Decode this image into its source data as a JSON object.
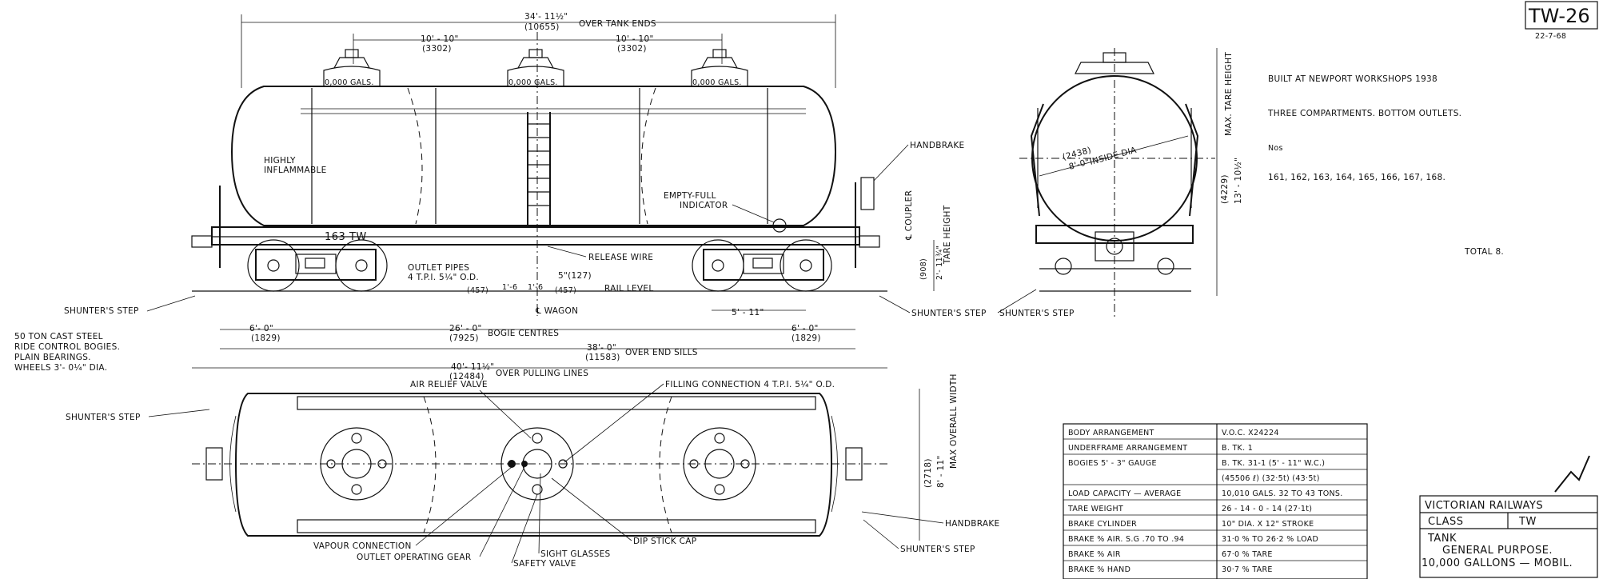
{
  "drawing_no": "TW-26",
  "drawing_date": "22-7-68",
  "notes": {
    "built": "BUILT AT NEWPORT WORKSHOPS 1938",
    "compartments": "THREE COMPARTMENTS.   BOTTOM OUTLETS.",
    "nos_label": "Nos",
    "nos_list": "161,   162,   163,   164,   165,   166,   167,   168.",
    "total": "TOTAL 8.",
    "bogies": [
      "50 TON CAST STEEL",
      "RIDE CONTROL BOGIES.",
      "PLAIN BEARINGS.",
      "WHEELS 3'- 0¼\" DIA."
    ]
  },
  "side": {
    "over_tank_a": "34'- 11½\"",
    "over_tank_b": "(10655)",
    "over_tank_c": "OVER TANK ENDS",
    "comp1_a": "10' - 10\"",
    "comp1_b": "(3302)",
    "comp2_a": "10' - 10\"",
    "comp2_b": "(3302)",
    "dome1": "0,000 GALS.",
    "dome2": "0,000 GALS.",
    "dome3": "0,000 GALS.",
    "highly1": "HIGHLY",
    "highly2": "INFLAMMABLE",
    "car_no": "163 TW",
    "indicator1": "EMPTY-FULL",
    "indicator2": "INDICATOR",
    "handbrake": "HANDBRAKE",
    "coupler": "℄ COUPLER",
    "tare_height": "TARE HEIGHT",
    "tare_h_a": "2'- 11¾\"",
    "tare_h_b": "(908)",
    "release_wire": "RELEASE WIRE",
    "outlet1": "OUTLET PIPES",
    "outlet2": "4 T.P.I. 5¼\" O.D.",
    "five_in": "5\"(127)",
    "d457a": "(457)",
    "d16a": "1'-6",
    "d16b": "1'-6",
    "d457b": "(457)",
    "rail_level": "RAIL LEVEL",
    "wagon": "℄ WAGON",
    "shunter_l": "SHUNTER'S  STEP",
    "shunter_r": "SHUNTER'S  STEP",
    "d511": "5' - 11\"",
    "d60a_a": "6'- 0\"",
    "d60a_b": "(1829)",
    "bogie_a": "26' - 0\"",
    "bogie_b": "(7925)",
    "bogie_c": "BOGIE CENTRES",
    "d60b_a": "6' - 0\"",
    "d60b_b": "(1829)",
    "sills_a": "38'- 0\"",
    "sills_b": "(11583)",
    "sills_c": "OVER END SILLS",
    "pull_a": "40'- 11½\"",
    "pull_b": "(12484)",
    "pull_c": "OVER PULLING LINES"
  },
  "end": {
    "dia_a": "(2438)",
    "dia_b": "8'-0\"",
    "dia_c": "INSIDE DIA",
    "max_h_a": "13' - 10½\"",
    "max_h_b": "(4229)",
    "max_h_c": "MAX. TARE HEIGHT",
    "shunter": "SHUNTER'S  STEP"
  },
  "plan": {
    "shunter_l": "SHUNTER'S  STEP",
    "air_relief": "AIR RELIEF VALVE",
    "filling": "FILLING  CONNECTION  4 T.P.I. 5¼\" O.D.",
    "vapour": "VAPOUR  CONNECTION",
    "outlet_gear": "OUTLET  OPERATING  GEAR",
    "safety": "SAFETY  VALVE",
    "sight": "SIGHT  GLASSES",
    "dip": "DIP  STICK  CAP",
    "handbrake": "HANDBRAKE",
    "shunter_r": "SHUNTER'S  STEP",
    "width_a": "8' - 11\"",
    "width_b": "(2718)",
    "width_c": "MAX OVERALL WIDTH"
  },
  "spec_table": [
    {
      "label": "BODY  ARRANGEMENT",
      "value": "V.O.C.  X24224"
    },
    {
      "label": "UNDERFRAME  ARRANGEMENT",
      "value": "B. TK. 1"
    },
    {
      "label": "BOGIES  5' - 3\"  GAUGE",
      "value": "B. TK. 31-1     (5' - 11\" W.C.)"
    },
    {
      "label": "",
      "value": "(45506 ℓ)     (32·5t)  (43·5t)"
    },
    {
      "label": "LOAD  CAPACITY — AVERAGE",
      "value": "10,010  GALS.  32  TO  43  TONS."
    },
    {
      "label": "TARE  WEIGHT",
      "value": "26 - 14 - 0 - 14   (27·1t)"
    },
    {
      "label": "BRAKE  CYLINDER",
      "value": "10\" DIA. X  12\"  STROKE"
    },
    {
      "label": "BRAKE % AIR.  S.G .70  TO .94",
      "value": "31·0 %  TO  26·2 %  LOAD"
    },
    {
      "label": "BRAKE %  AIR",
      "value": "67·0 %  TARE"
    },
    {
      "label": "BRAKE %  HAND",
      "value": "30·7 %  TARE"
    }
  ],
  "title_block": {
    "railway": "VICTORIAN RAILWAYS",
    "class_label": "CLASS",
    "class_value": "TW",
    "desc1": "TANK",
    "desc2": "GENERAL  PURPOSE.",
    "desc3": "10,000  GALLONS — MOBIL."
  }
}
